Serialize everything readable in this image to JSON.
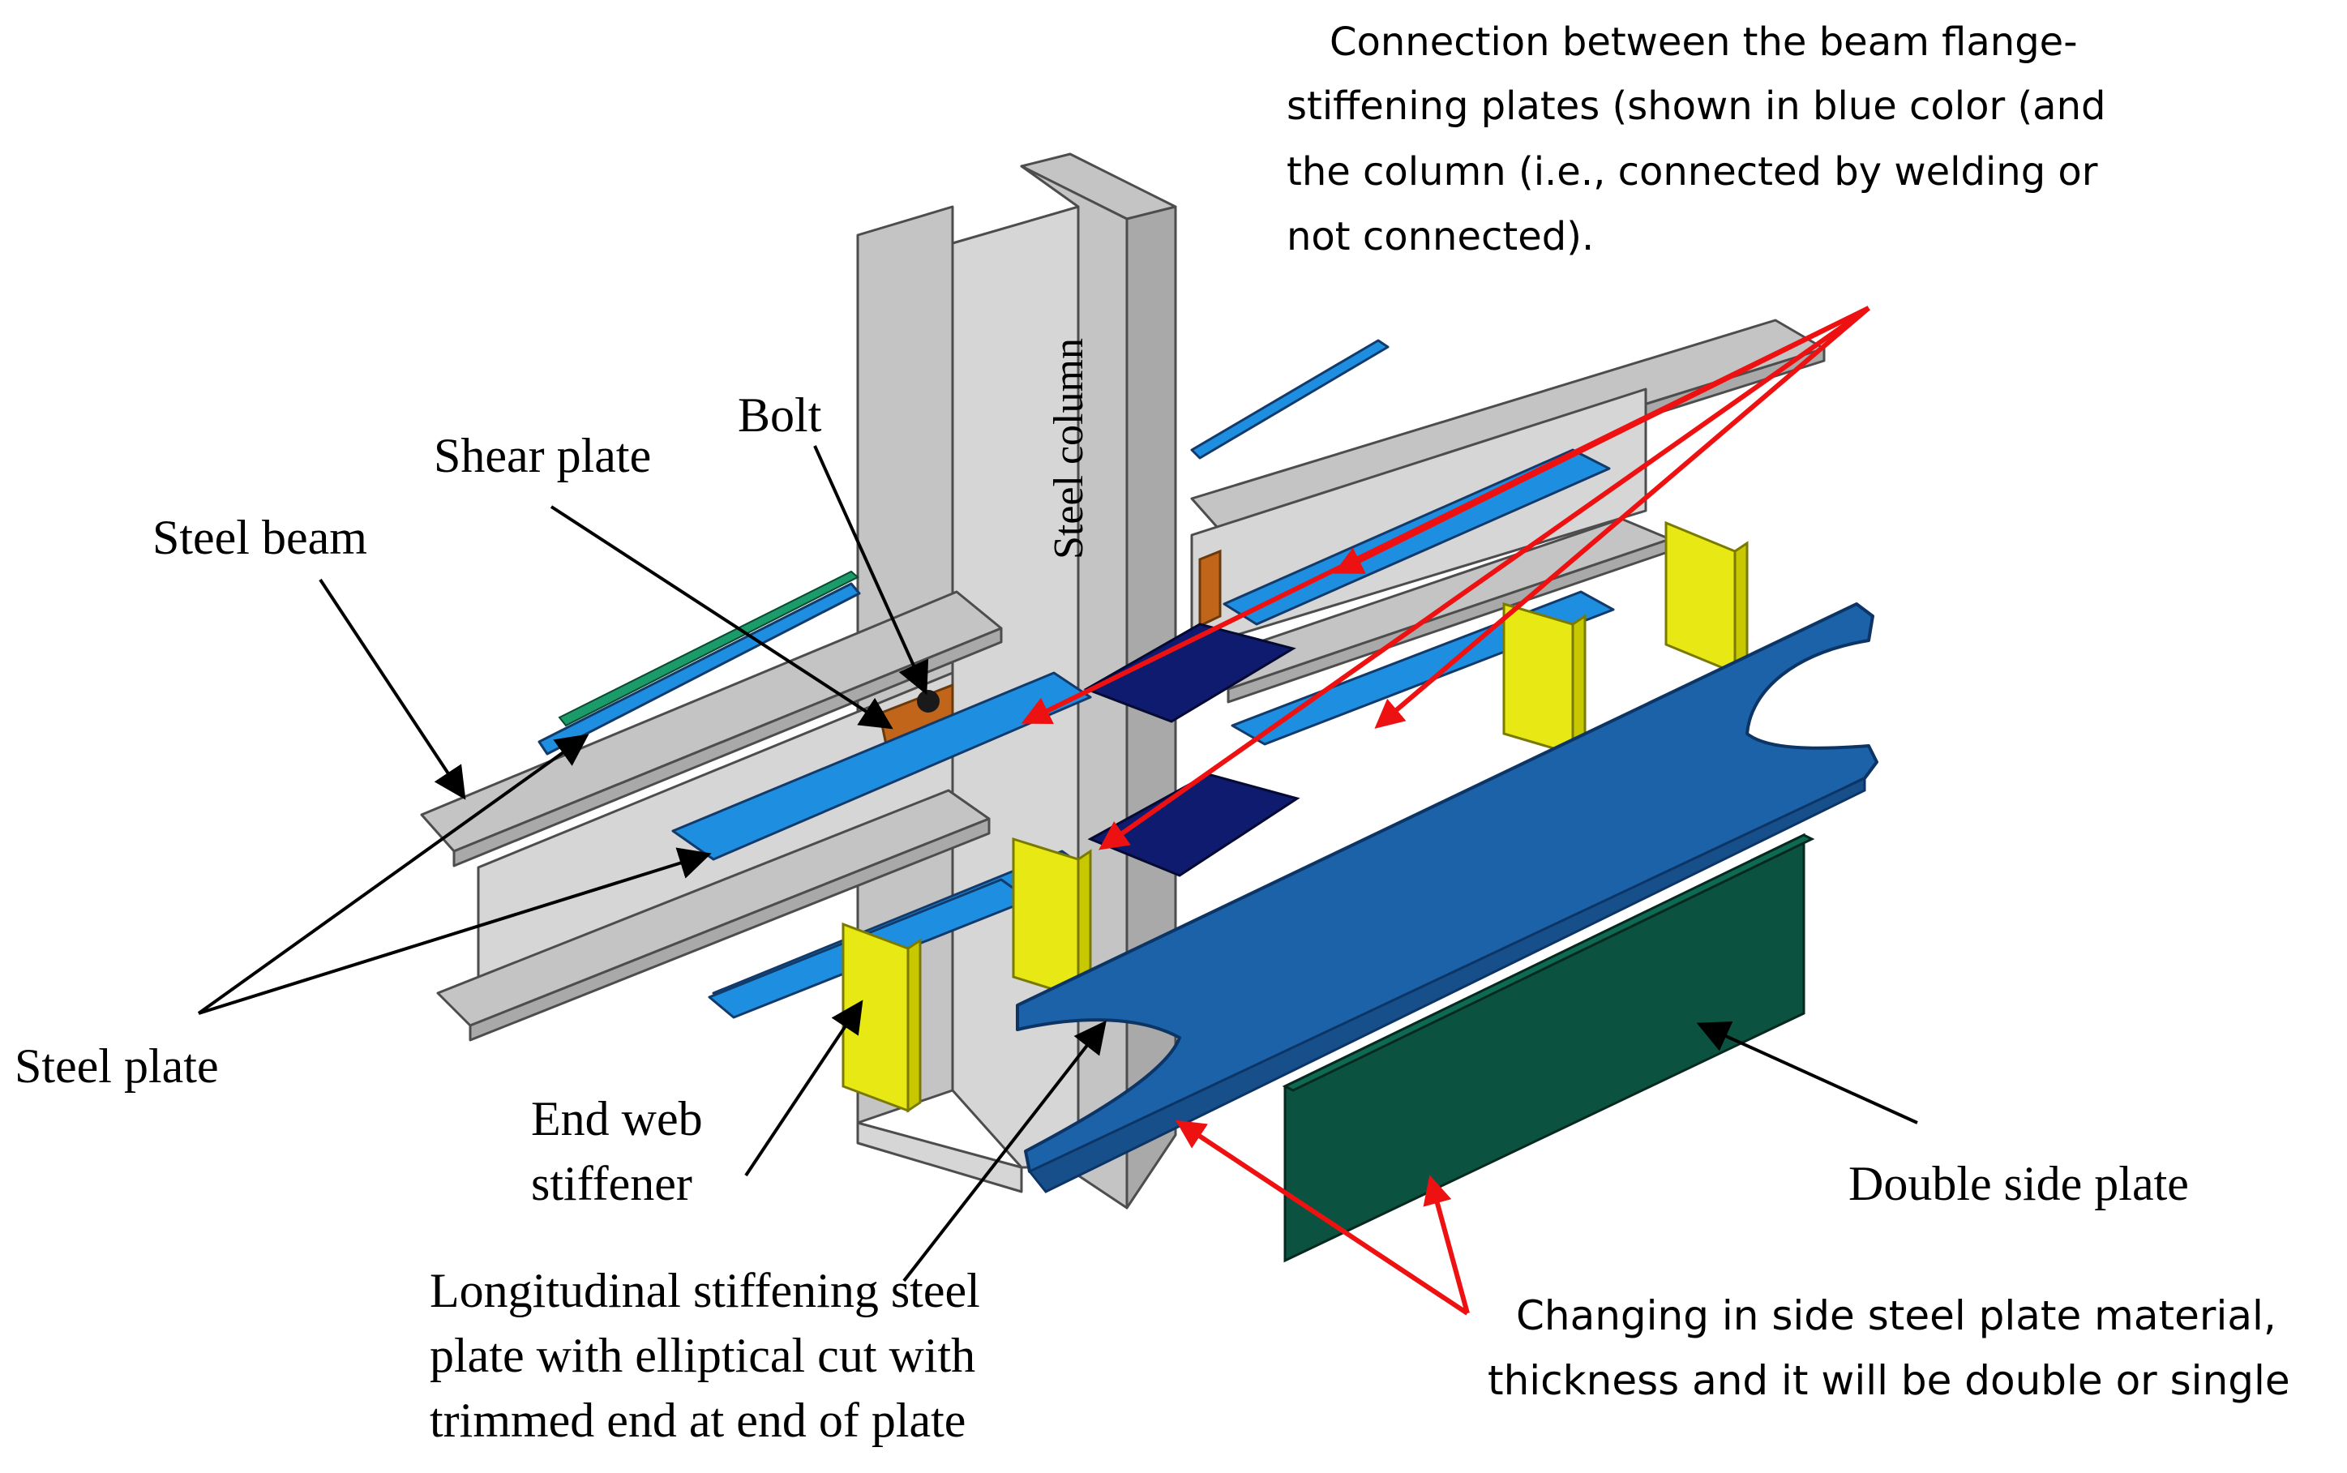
{
  "labels": {
    "connection_note": [
      "Connection between the beam flange-",
      "stiffening plates (shown in blue color (and",
      "the column (i.e., connected by welding or",
      "not connected)."
    ],
    "bolt": "Bolt",
    "shear_plate": "Shear plate",
    "steel_beam": "Steel beam",
    "steel_column": "Steel column",
    "steel_plate": "Steel plate",
    "end_web_stiffener": [
      "End web",
      "stiffener"
    ],
    "longitudinal_plate": [
      "Longitudinal stiffening steel",
      "plate with elliptical cut with",
      "trimmed end at end of plate"
    ],
    "double_side_plate": "Double side plate",
    "side_plate_note": [
      "Changing in side steel plate material,",
      "thickness and it will be double or single"
    ]
  },
  "colors": {
    "steel": "#c4c4c4",
    "flange_plate": "#1e8fe0",
    "column_plate": "#0e1b6e",
    "web_stiffener": "#e8e815",
    "shear_plate": "#c0651a",
    "longitudinal_plate": "#1c62a8",
    "side_plate": "#0b5240",
    "arrow_red": "#ee1111",
    "arrow_black": "#000000"
  }
}
